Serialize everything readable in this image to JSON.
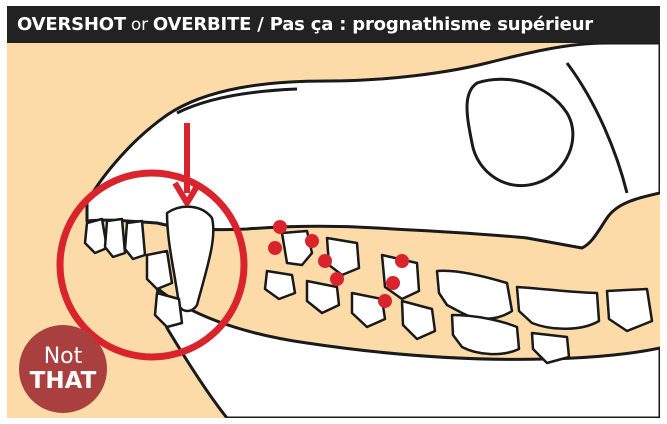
{
  "title": {
    "part1": "OVERSHOT",
    "connector": "or",
    "part2": "OVERBITE / Pas ça : prognathisme supérieur"
  },
  "badge": {
    "line1": "Not",
    "line2": "THAT"
  },
  "colors": {
    "background_tan": "#fcdba8",
    "title_bar": "#222222",
    "highlight_red": "#d9232d",
    "badge_red": "#a9403f",
    "outline": "#1a1a1a",
    "bone_white": "#ffffff"
  },
  "markers": {
    "circle": "red circle highlighting front teeth",
    "arrow": "red arrow pointing down at upper canine",
    "dots": "red dots marking tooth contact points"
  }
}
